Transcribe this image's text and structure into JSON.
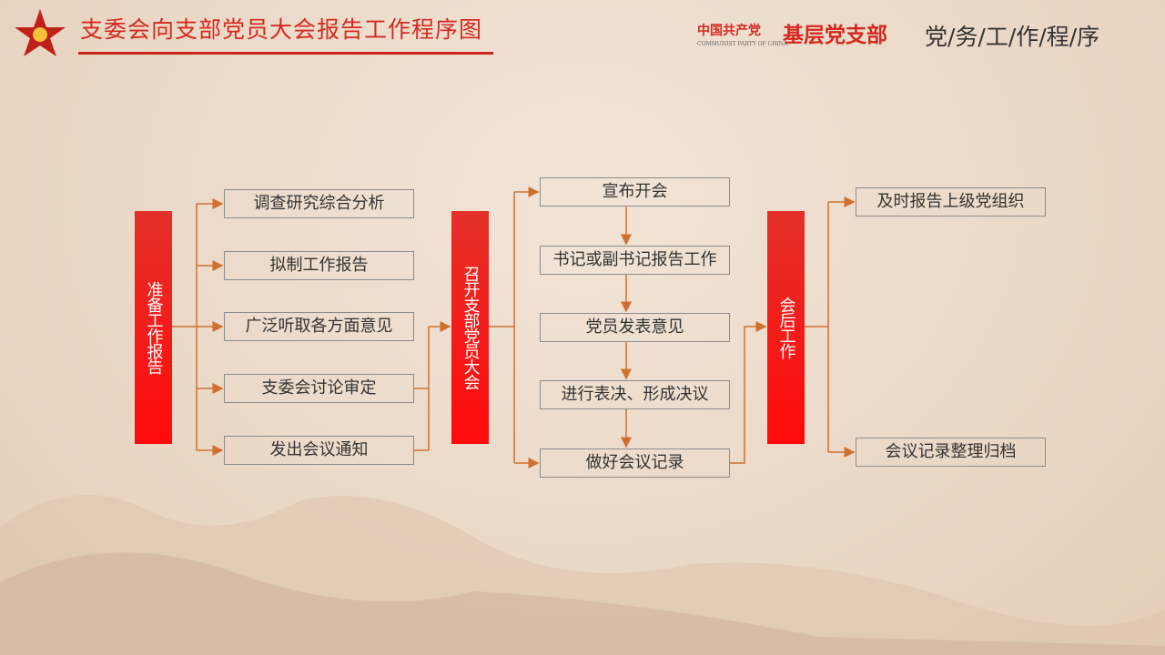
{
  "header": {
    "title": "支委会向支部党员大会报告工作程序图",
    "brand": "中国共产党",
    "brand_sub": "COMMUNIST PARTY OF CHINA",
    "brand2": "基层党支部",
    "slogan": "党/务/工/作/程/序"
  },
  "flow": {
    "stage1": {
      "label": "准备工作报告",
      "steps": [
        "调查研究综合分析",
        "拟制工作报告",
        "广泛听取各方面意见",
        "支委会讨论审定",
        "发出会议通知"
      ]
    },
    "stage2": {
      "label": "召开支部党员大会",
      "steps": [
        "宣布开会",
        "书记或副书记报告工作",
        "党员发表意见",
        "进行表决、形成决议",
        "做好会议记录"
      ]
    },
    "stage3": {
      "label": "会后工作",
      "steps": [
        "及时报告上级党组织",
        "会议记录整理归档"
      ]
    }
  },
  "colors": {
    "red": "#e4302a",
    "arrow": "#d0702e"
  }
}
